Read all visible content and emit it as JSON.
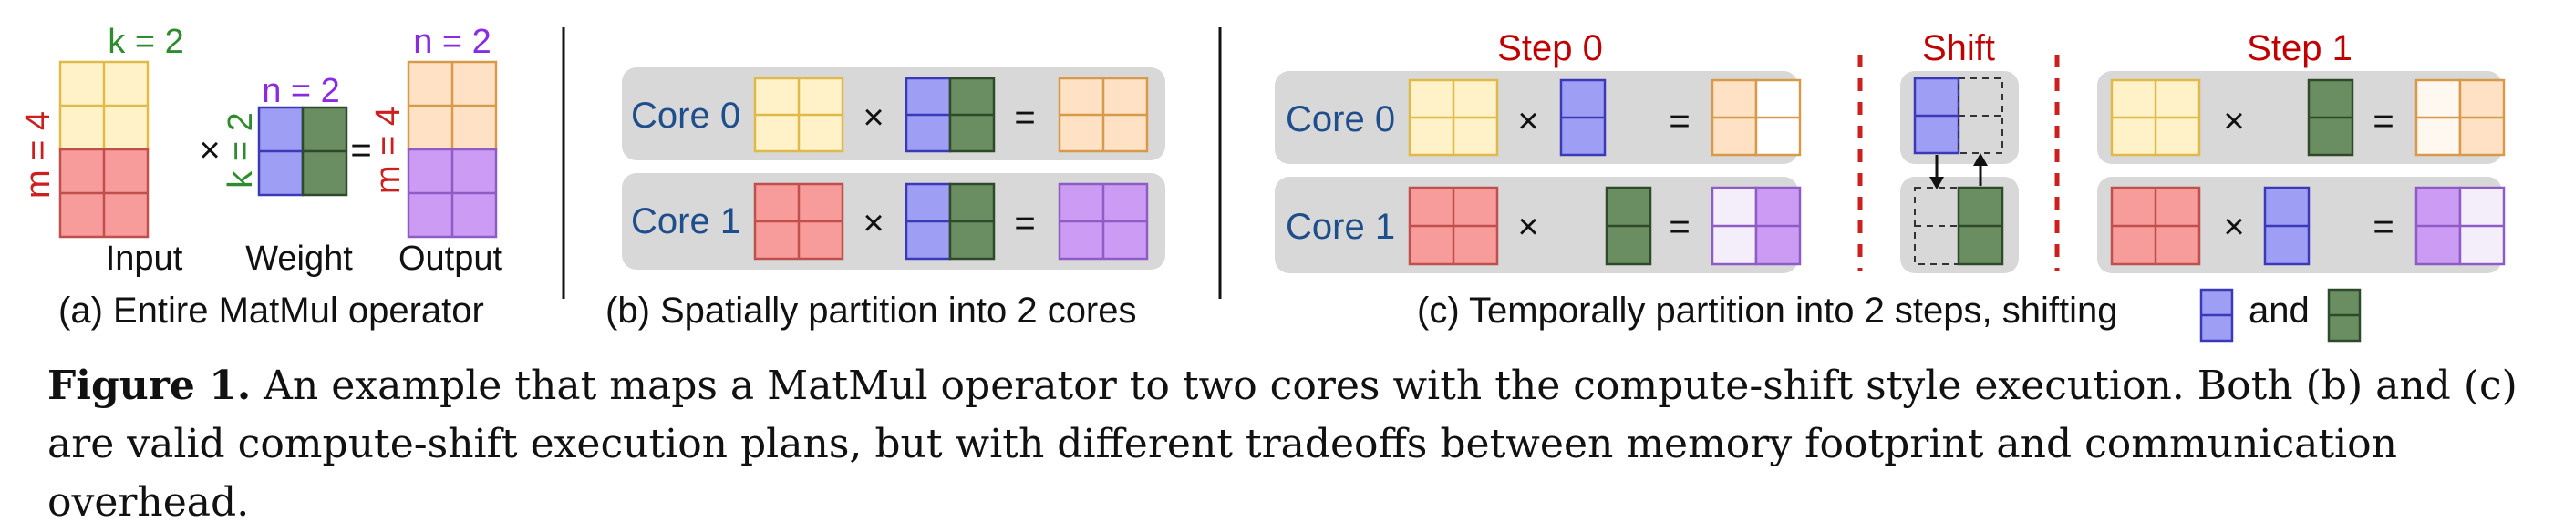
{
  "colors": {
    "input_top": "#FFF2C9",
    "input_top_border": "#E0B94B",
    "input_bottom": "#F79B9B",
    "input_bottom_border": "#C0504D",
    "weight_left": "#9E9EF5",
    "weight_left_border": "#3A3AB8",
    "weight_right": "#6A8E62",
    "weight_right_border": "#2E4A2A",
    "output_top": "#FFE2C6",
    "output_top_border": "#D79A4A",
    "output_bottom": "#CC9CF5",
    "output_bottom_border": "#8E5CC4",
    "panel_bg": "#D8D8D8",
    "label_green": "#2E8B2E",
    "label_red": "#CC1F1F",
    "label_purple": "#8A2BE2",
    "core_blue": "#1F4E8C",
    "step_red": "#C00000"
  },
  "panel_a": {
    "k_label": "k = 2",
    "m_label_input": "m = 4",
    "n_label": "n = 2",
    "k_label_weight": "k = 2",
    "m_label_output": "m = 4",
    "n_label_output": "n = 2",
    "times": "×",
    "equals": "=",
    "input_label": "Input",
    "weight_label": "Weight",
    "output_label": "Output",
    "caption": "(a) Entire MatMul operator"
  },
  "panel_b": {
    "core0": "Core 0",
    "core1": "Core 1",
    "times": "×",
    "equals": "=",
    "caption": "(b) Spatially partition into 2 cores"
  },
  "panel_c": {
    "step0": "Step 0",
    "shift": "Shift",
    "step1": "Step 1",
    "core0": "Core 0",
    "core1": "Core 1",
    "times": "×",
    "equals": "=",
    "caption_prefix": "(c) Temporally partition into 2 steps, shifting",
    "caption_and": "and"
  },
  "figure_caption": {
    "label": "Figure 1.",
    "text": "An example that maps a MatMul operator to two cores with the compute-shift style execution. Both (b) and (c) are valid compute-shift execution plans, but with different tradeoffs between memory footprint and communication overhead."
  }
}
